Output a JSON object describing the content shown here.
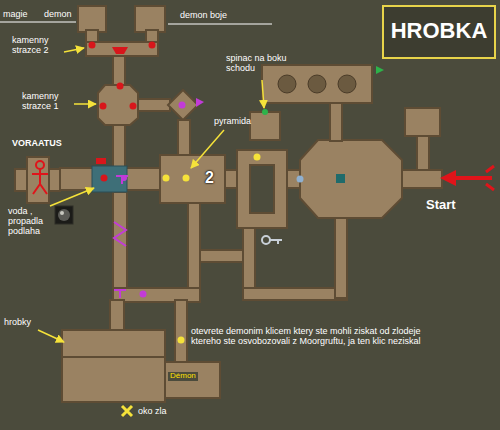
{
  "diagram": {
    "title": "HROBKA",
    "labels": [
      "magie",
      "demon",
      "demon boje",
      "kamenny strazce 2",
      "kamenny strazce 1",
      "spinac na boku schodu",
      "pyramida",
      "VORAATUS",
      "voda , propadla podlaha",
      "2",
      "Start",
      "otevrete demonim klicem ktery ste mohli ziskat od zlodeje ktereho ste osvobozovali z Moorgruftu, ja ten klic neziskal",
      "Démon",
      "hrobky",
      "oko zla"
    ]
  }
}
